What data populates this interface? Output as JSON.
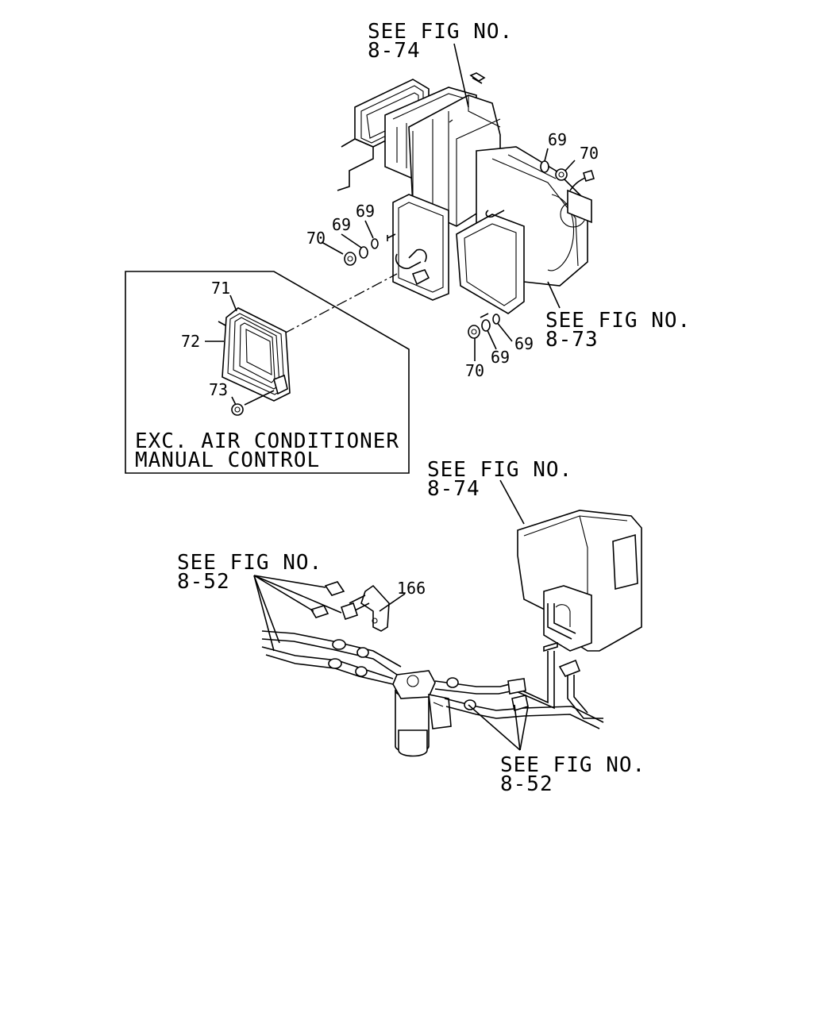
{
  "diagram": {
    "callouts": {
      "fig_874_top": {
        "line1": "SEE FIG NO.",
        "line2": "8-74"
      },
      "fig_873": {
        "line1": "SEE FIG NO.",
        "line2": "8-73"
      },
      "fig_874_mid": {
        "line1": "SEE FIG NO.",
        "line2": "8-74"
      },
      "fig_852_left": {
        "line1": "SEE FIG NO.",
        "line2": "8-52"
      },
      "fig_852_bottom": {
        "line1": "SEE FIG NO.",
        "line2": "8-52"
      }
    },
    "inset": {
      "line1": "EXC. AIR CONDITIONER",
      "line2": "MANUAL CONTROL"
    },
    "parts": {
      "p69_a": "69",
      "p70_a": "70",
      "p69_b": "69",
      "p69_c": "69",
      "p70_b": "70",
      "p69_d": "69",
      "p69_e": "69",
      "p70_c": "70",
      "p71": "71",
      "p72": "72",
      "p73": "73",
      "p166": "166"
    }
  }
}
